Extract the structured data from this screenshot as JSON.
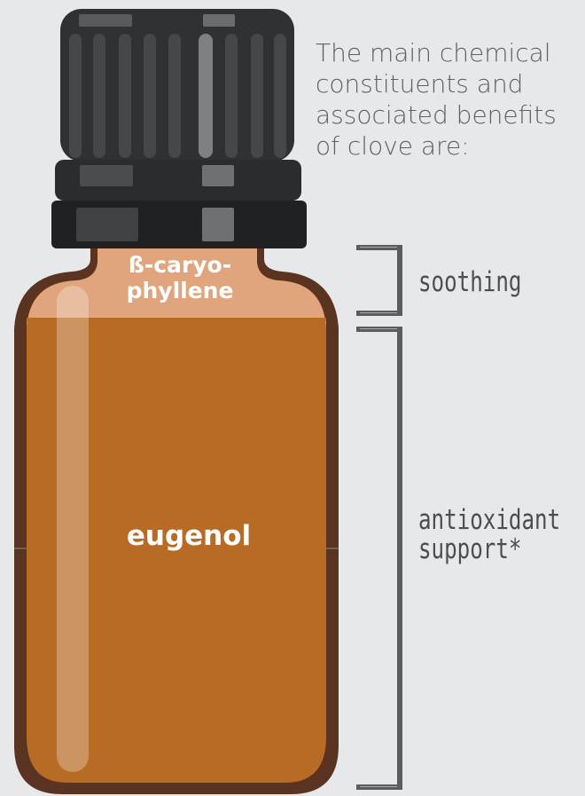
{
  "intro_lines": [
    "The main chemical",
    "constituents and",
    "associated benefits",
    "of clove are:"
  ],
  "components": [
    {
      "name_lines": [
        "ß-caryo-",
        "phyllene"
      ],
      "benefit_lines": [
        "soothing"
      ]
    },
    {
      "name_lines": [
        "eugenol"
      ],
      "benefit_lines": [
        "antioxidant",
        "support*"
      ]
    }
  ],
  "colors": {
    "background": "#e6e8e9",
    "cap_dark": "#2f3133",
    "bottle_outline": "#5a3420",
    "oil_major": "#b86b24",
    "oil_minor": "#e0a57c",
    "bracket": "#5a5c5e",
    "text_gray": "#5f6163"
  }
}
